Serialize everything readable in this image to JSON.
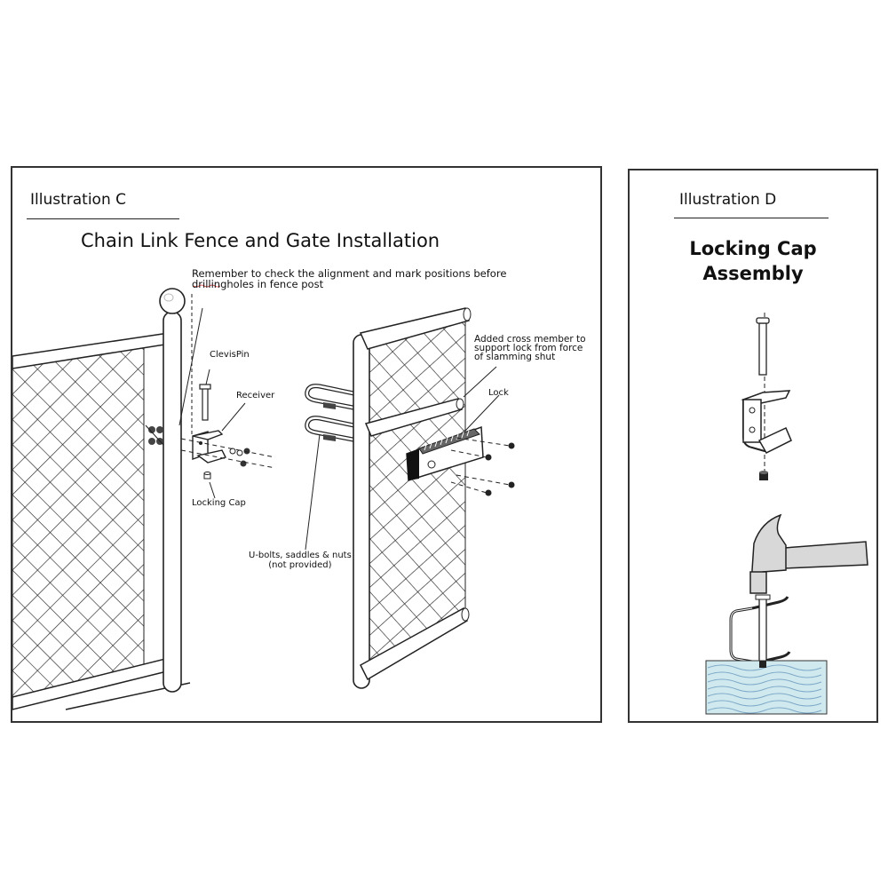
{
  "illustration_c": {
    "label": "Illustration C",
    "title": "Chain Link Fence and Gate Installation",
    "note_line1": "Remember to check the alignment and mark positions before",
    "note_line2": "drillingholes in fence post",
    "clevis_pin": "ClevisPin",
    "receiver": "Receiver",
    "locking_cap": "Locking Cap",
    "ubolts_line1": "U-bolts, saddles & nuts",
    "ubolts_line2": "(not provided)",
    "cross_line1": "Added cross member to",
    "cross_line2": "support lock from force",
    "cross_line3": "of slamming shut",
    "lock": "Lock"
  },
  "illustration_d": {
    "label": "Illustration D",
    "title_line1": "Locking Cap",
    "title_line2": "Assembly"
  },
  "colors": {
    "border": "#333333",
    "ink": "#111111",
    "wood_fill": "#cfe9ee",
    "wave": "#7fa9c9",
    "lock_dark": "#111111",
    "hammer": "#d8d8d8"
  }
}
